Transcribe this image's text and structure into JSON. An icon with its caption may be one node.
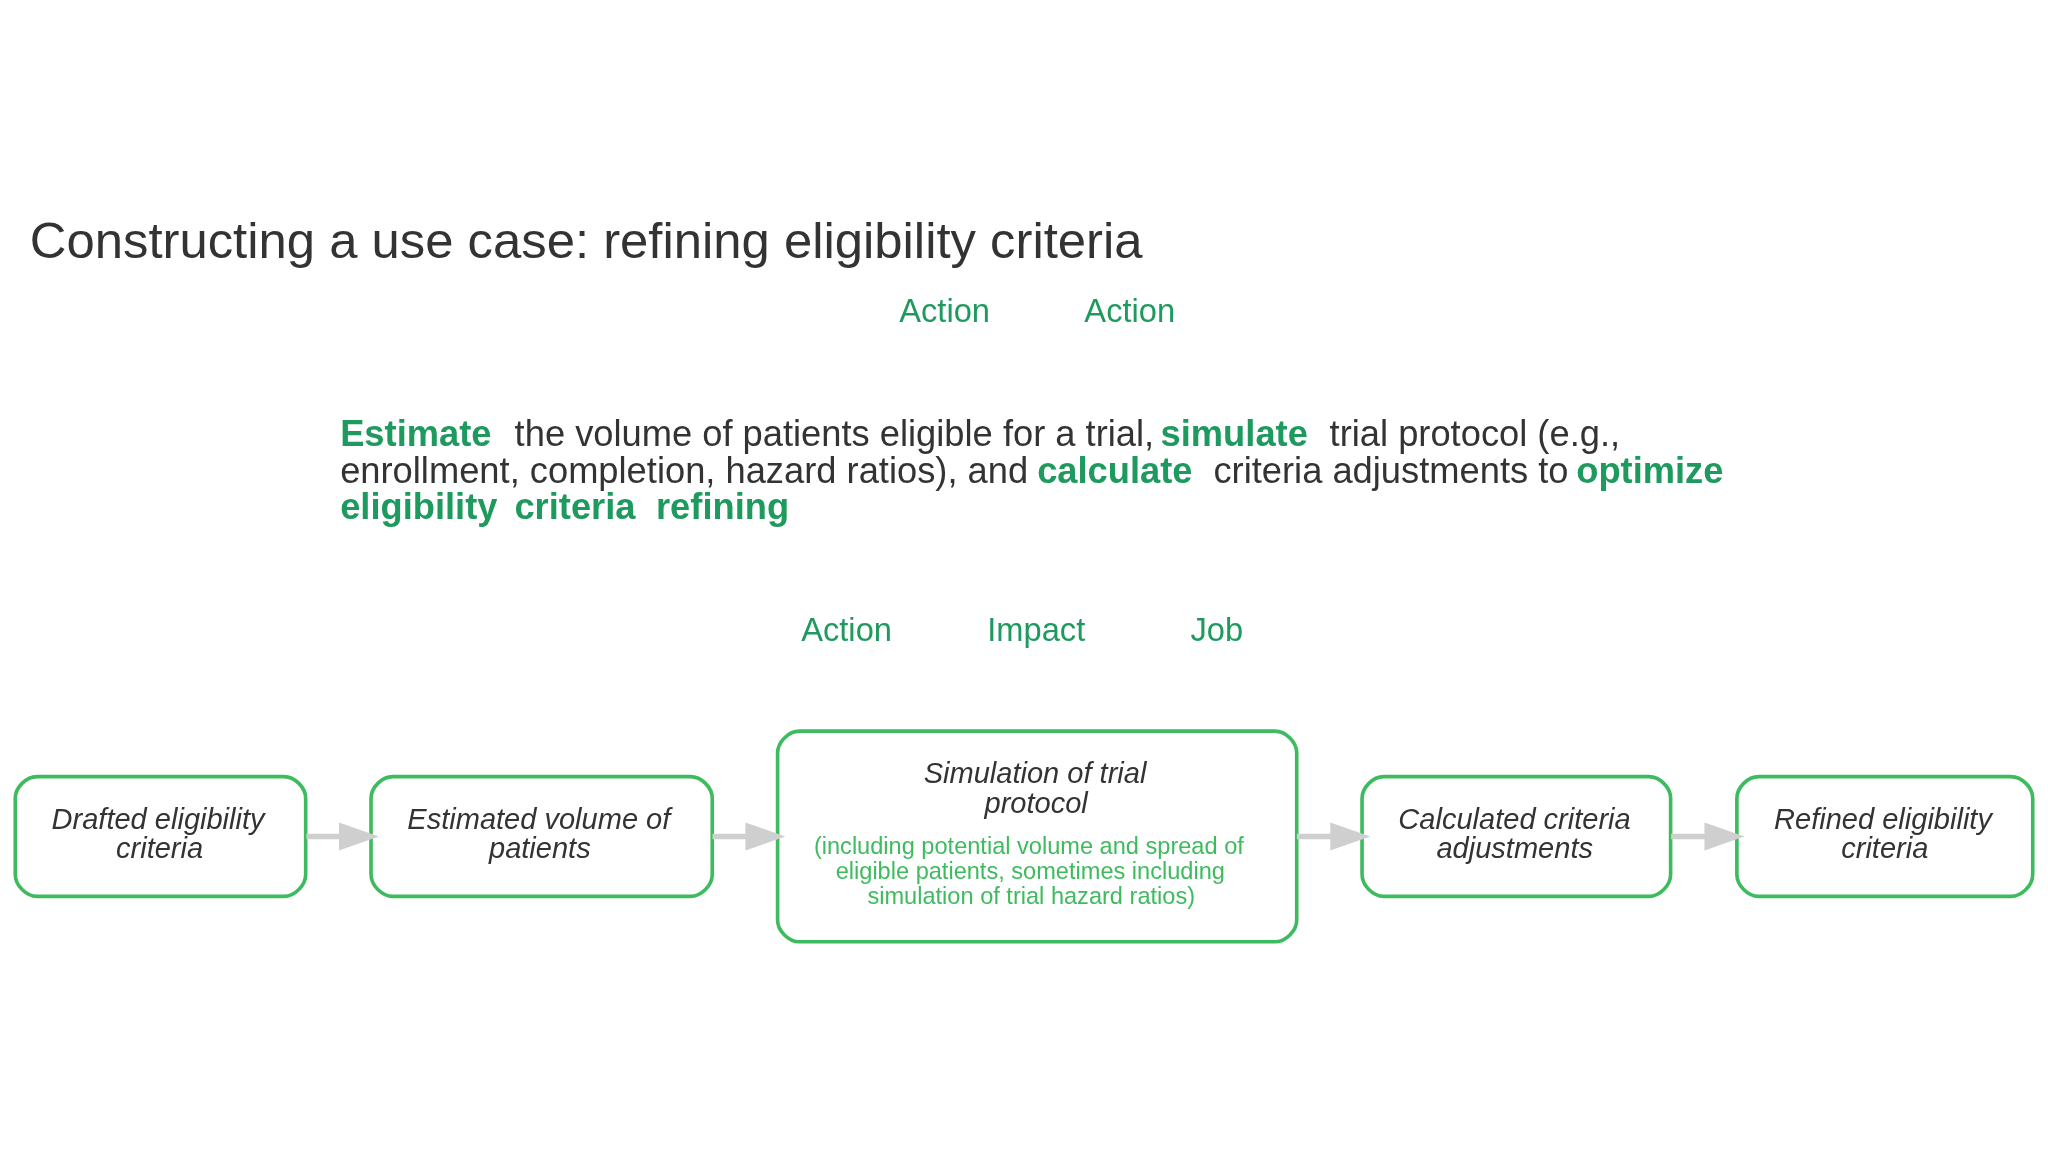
{
  "diagram": {
    "title": "Constructing a use case: refining eligibility criteria",
    "nodes": [
      {
        "text": [
          "Drafted eligibility criteria"
        ]
      },
      {
        "text": [
          "Estimated volume of patients"
        ]
      },
      {
        "text": [
          "Simulation of trial protocol",
          "(including potential volume and spread of eligible patients, sometimes including simulation of trial hazard ratios)"
        ]
      },
      {
        "text": [
          "Calculated criteria adjustments"
        ]
      },
      {
        "text": [
          "Refined eligibility criteria"
        ]
      }
    ],
    "edges": [
      {
        "from": 0,
        "to": 1,
        "arrow": "to"
      },
      {
        "from": 1,
        "to": 2,
        "arrow": "to"
      },
      {
        "from": 2,
        "to": 3,
        "arrow": "to"
      },
      {
        "from": 3,
        "to": 4,
        "arrow": "to"
      }
    ],
    "labels": [
      "Action",
      "Action",
      "**Estimate** the volume of patients eligible for a trial, **simulate** trial protocol (e.g., enrollment, completion, hazard ratios), and **calculate** criteria adjustments to **optimize** **eligibility criteria refining**",
      "Action",
      "Impact",
      "Job"
    ]
  }
}
